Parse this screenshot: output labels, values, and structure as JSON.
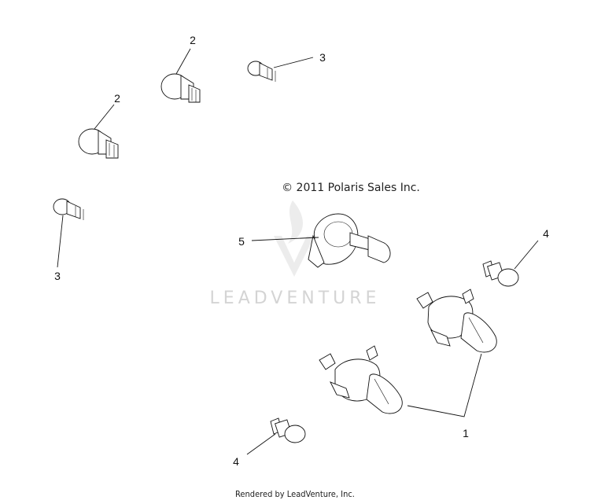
{
  "copyright": "© 2011 Polaris Sales Inc.",
  "watermark": "LEADVENTURE",
  "footer": "Rendered by LeadVenture, Inc.",
  "callouts": {
    "c1": "1",
    "c2a": "2",
    "c2b": "2",
    "c3a": "3",
    "c3b": "3",
    "c4a": "4",
    "c4b": "4",
    "c5": "5"
  },
  "colors": {
    "line": "#111111",
    "watermark": "#d4d4d4",
    "background": "#ffffff"
  }
}
